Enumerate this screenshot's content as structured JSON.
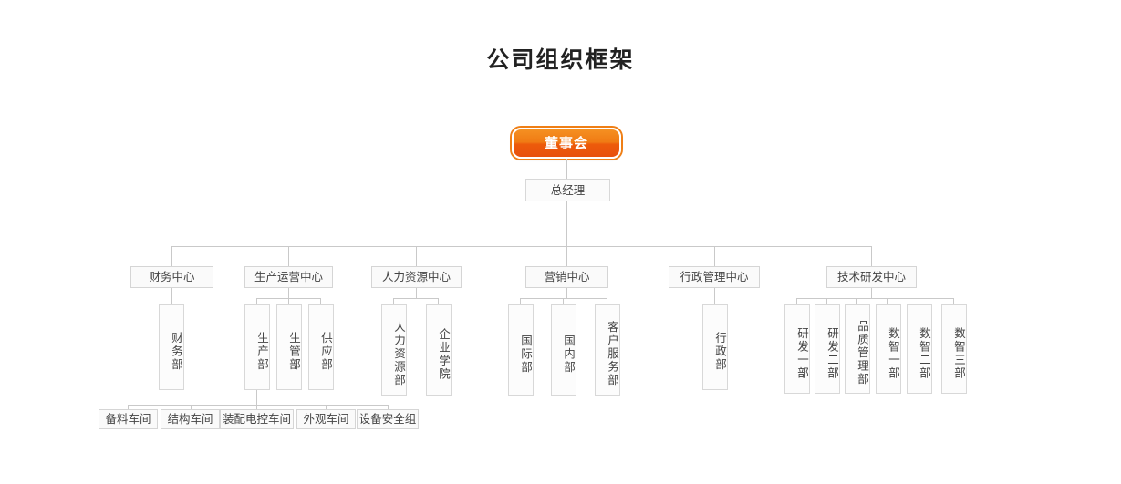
{
  "page": {
    "title": "公司组织框架",
    "background_color": "#ffffff"
  },
  "colors": {
    "root_accent_top": "#f59022",
    "root_accent_bottom": "#e8500c",
    "root_border": "#ef7f16",
    "node_fill": "#fbfbfb",
    "node_border": "#d8d8d8",
    "connector": "#c9c9c9",
    "title_text": "#222222",
    "node_text": "#444444",
    "root_text": "#ffffff"
  },
  "chart_data": {
    "type": "diagram",
    "diagram_kind": "org-chart",
    "title": "公司组织框架",
    "root": {
      "label": "董事会",
      "children": [
        {
          "label": "总经理",
          "children": [
            {
              "label": "财务中心",
              "children": [
                {
                  "label": "财务部",
                  "children": []
                }
              ]
            },
            {
              "label": "生产运营中心",
              "children": [
                {
                  "label": "生产部",
                  "children": [
                    {
                      "label": "备料车间",
                      "children": []
                    },
                    {
                      "label": "结构车间",
                      "children": []
                    },
                    {
                      "label": "装配电控车间",
                      "children": []
                    },
                    {
                      "label": "外观车间",
                      "children": []
                    },
                    {
                      "label": "设备安全组",
                      "children": []
                    }
                  ]
                },
                {
                  "label": "生管部",
                  "children": []
                },
                {
                  "label": "供应部",
                  "children": []
                }
              ]
            },
            {
              "label": "人力资源中心",
              "children": [
                {
                  "label": "人力资源部",
                  "children": []
                },
                {
                  "label": "企业学院",
                  "children": []
                }
              ]
            },
            {
              "label": "营销中心",
              "children": [
                {
                  "label": "国际部",
                  "children": []
                },
                {
                  "label": "国内部",
                  "children": []
                },
                {
                  "label": "客户服务部",
                  "children": []
                }
              ]
            },
            {
              "label": "行政管理中心",
              "children": [
                {
                  "label": "行政部",
                  "children": []
                }
              ]
            },
            {
              "label": "技术研发中心",
              "children": [
                {
                  "label": "研发一部",
                  "children": []
                },
                {
                  "label": "研发二部",
                  "children": []
                },
                {
                  "label": "品质管理部",
                  "children": []
                },
                {
                  "label": "数智一部",
                  "children": []
                },
                {
                  "label": "数智二部",
                  "children": []
                },
                {
                  "label": "数智三部",
                  "children": []
                }
              ]
            }
          ]
        }
      ]
    }
  },
  "nodes": {
    "board": "董事会",
    "general_manager": "总经理",
    "centers": {
      "finance": "财务中心",
      "production_ops": "生产运营中心",
      "human_resources": "人力资源中心",
      "marketing": "营销中心",
      "administration": "行政管理中心",
      "technology_rd": "技术研发中心"
    },
    "departments": {
      "finance_dept": "财务部",
      "production_dept": "生产部",
      "production_mgmt_dept": "生管部",
      "supply_dept": "供应部",
      "hr_dept": "人力资源部",
      "corporate_academy": "企业学院",
      "international_dept": "国际部",
      "domestic_dept": "国内部",
      "customer_service_dept": "客户服务部",
      "admin_dept": "行政部",
      "rd_dept_1": "研发一部",
      "rd_dept_2": "研发二部",
      "quality_mgmt_dept": "品质管理部",
      "digital_dept_1": "数智一部",
      "digital_dept_2": "数智二部",
      "digital_dept_3": "数智三部"
    },
    "workshops": {
      "material_prep": "备料车间",
      "structure": "结构车间",
      "assembly_electrical": "装配电控车间",
      "appearance": "外观车间",
      "equipment_safety": "设备安全组"
    }
  }
}
